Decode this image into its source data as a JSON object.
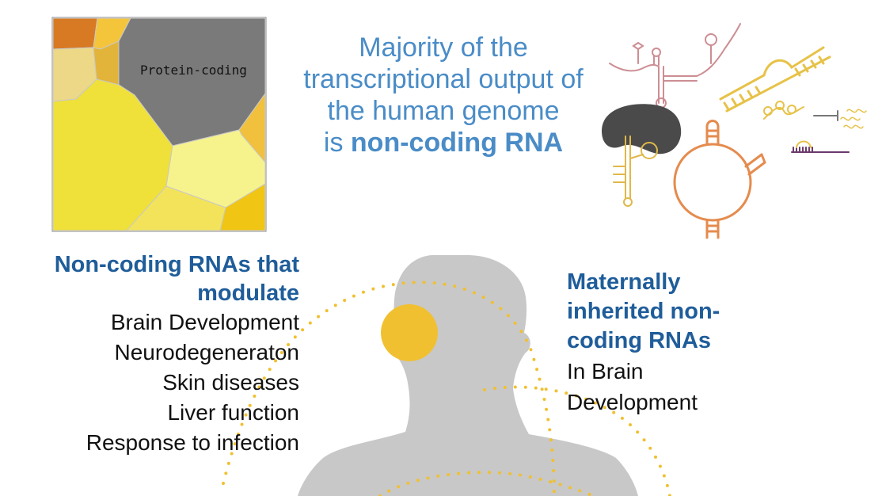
{
  "voronoi": {
    "label": "Protein-coding"
  },
  "headline": {
    "line1": "Majority of the",
    "line2": "transcriptional output of",
    "line3": "the human genome",
    "line4_prefix": "is ",
    "line4_bold": "non-coding RNA"
  },
  "left": {
    "title_line1": "Non-coding RNAs that",
    "title_line2": "modulate",
    "items": [
      "Brain Development",
      "Neurodegeneraton",
      "Skin diseases",
      "Liver function",
      "Response to infection"
    ]
  },
  "right": {
    "title_line1": "Maternally",
    "title_line2": "inherited non-",
    "title_line3": "coding RNAs",
    "item_line1": "In Brain",
    "item_line2": "Development"
  },
  "colors": {
    "headline_blue": "#4a8cc7",
    "title_blue": "#1f5d9a",
    "protein_gray": "#7a7a7a",
    "head_circle": "#f0c030",
    "silhouette": "#c8c8c8"
  },
  "icons": [
    "human-silhouette-icon",
    "rna-structures-icon",
    "ribosome-icon",
    "voronoi-treemap-icon"
  ]
}
